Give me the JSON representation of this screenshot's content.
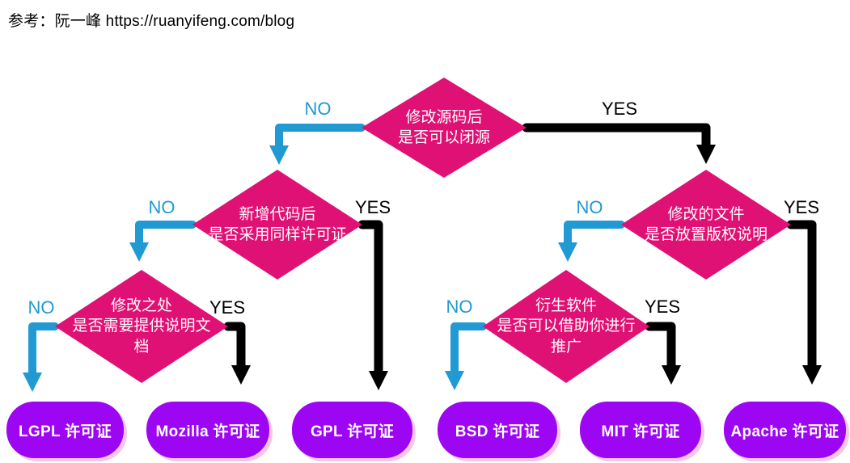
{
  "header": {
    "reference": "参考：阮一峰 https://ruanyifeng.com/blog"
  },
  "colors": {
    "decision": "#e01174",
    "outcome": "#9d06f2",
    "outcome_shadow": "#f4c6e6",
    "no_arrow": "#2199d3",
    "yes_arrow": "#000000"
  },
  "flowchart": {
    "answers": {
      "no": "NO",
      "yes": "YES"
    },
    "decisions": [
      {
        "id": "close-source",
        "text": "修改源码后\n是否可以闭源"
      },
      {
        "id": "same-license",
        "text": "新增代码后\n是否采用同样许可证"
      },
      {
        "id": "doc-of-changes",
        "text": "修改之处\n是否需要提供说明文\n档"
      },
      {
        "id": "copyright-notice",
        "text": "修改的文件\n是否放置版权说明"
      },
      {
        "id": "promotion",
        "text": "衍生软件\n是否可以借助你进行\n推广"
      }
    ],
    "outcomes": [
      {
        "id": "lgpl",
        "label": "LGPL 许可证"
      },
      {
        "id": "mozilla",
        "label": "Mozilla 许可证"
      },
      {
        "id": "gpl",
        "label": "GPL 许可证"
      },
      {
        "id": "bsd",
        "label": "BSD 许可证"
      },
      {
        "id": "mit",
        "label": "MIT 许可证"
      },
      {
        "id": "apache",
        "label": "Apache 许可证"
      }
    ]
  }
}
